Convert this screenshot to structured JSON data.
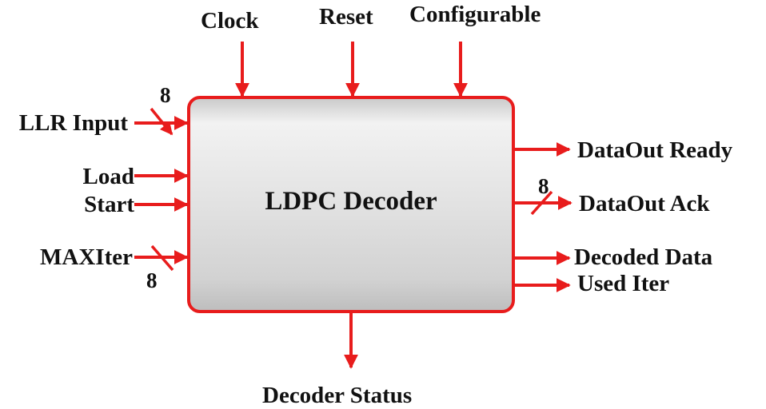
{
  "block": {
    "title": "LDPC Decoder",
    "border_color": "#e81c1c",
    "fill_color": "#d4d4d4"
  },
  "arrow_color": "#e81c1c",
  "top_inputs": [
    "Clock",
    "Reset",
    "Configurable"
  ],
  "left_inputs": [
    "LLR Input",
    "Load",
    "Start",
    "MAXIter"
  ],
  "right_outputs": [
    "DataOut Ready",
    "DataOut Ack",
    "Decoded Data",
    "Used Iter"
  ],
  "bottom_output": "Decoder Status",
  "bus_widths": {
    "llr_input": "8",
    "maxiter": "8",
    "dataout_ack": "8"
  }
}
